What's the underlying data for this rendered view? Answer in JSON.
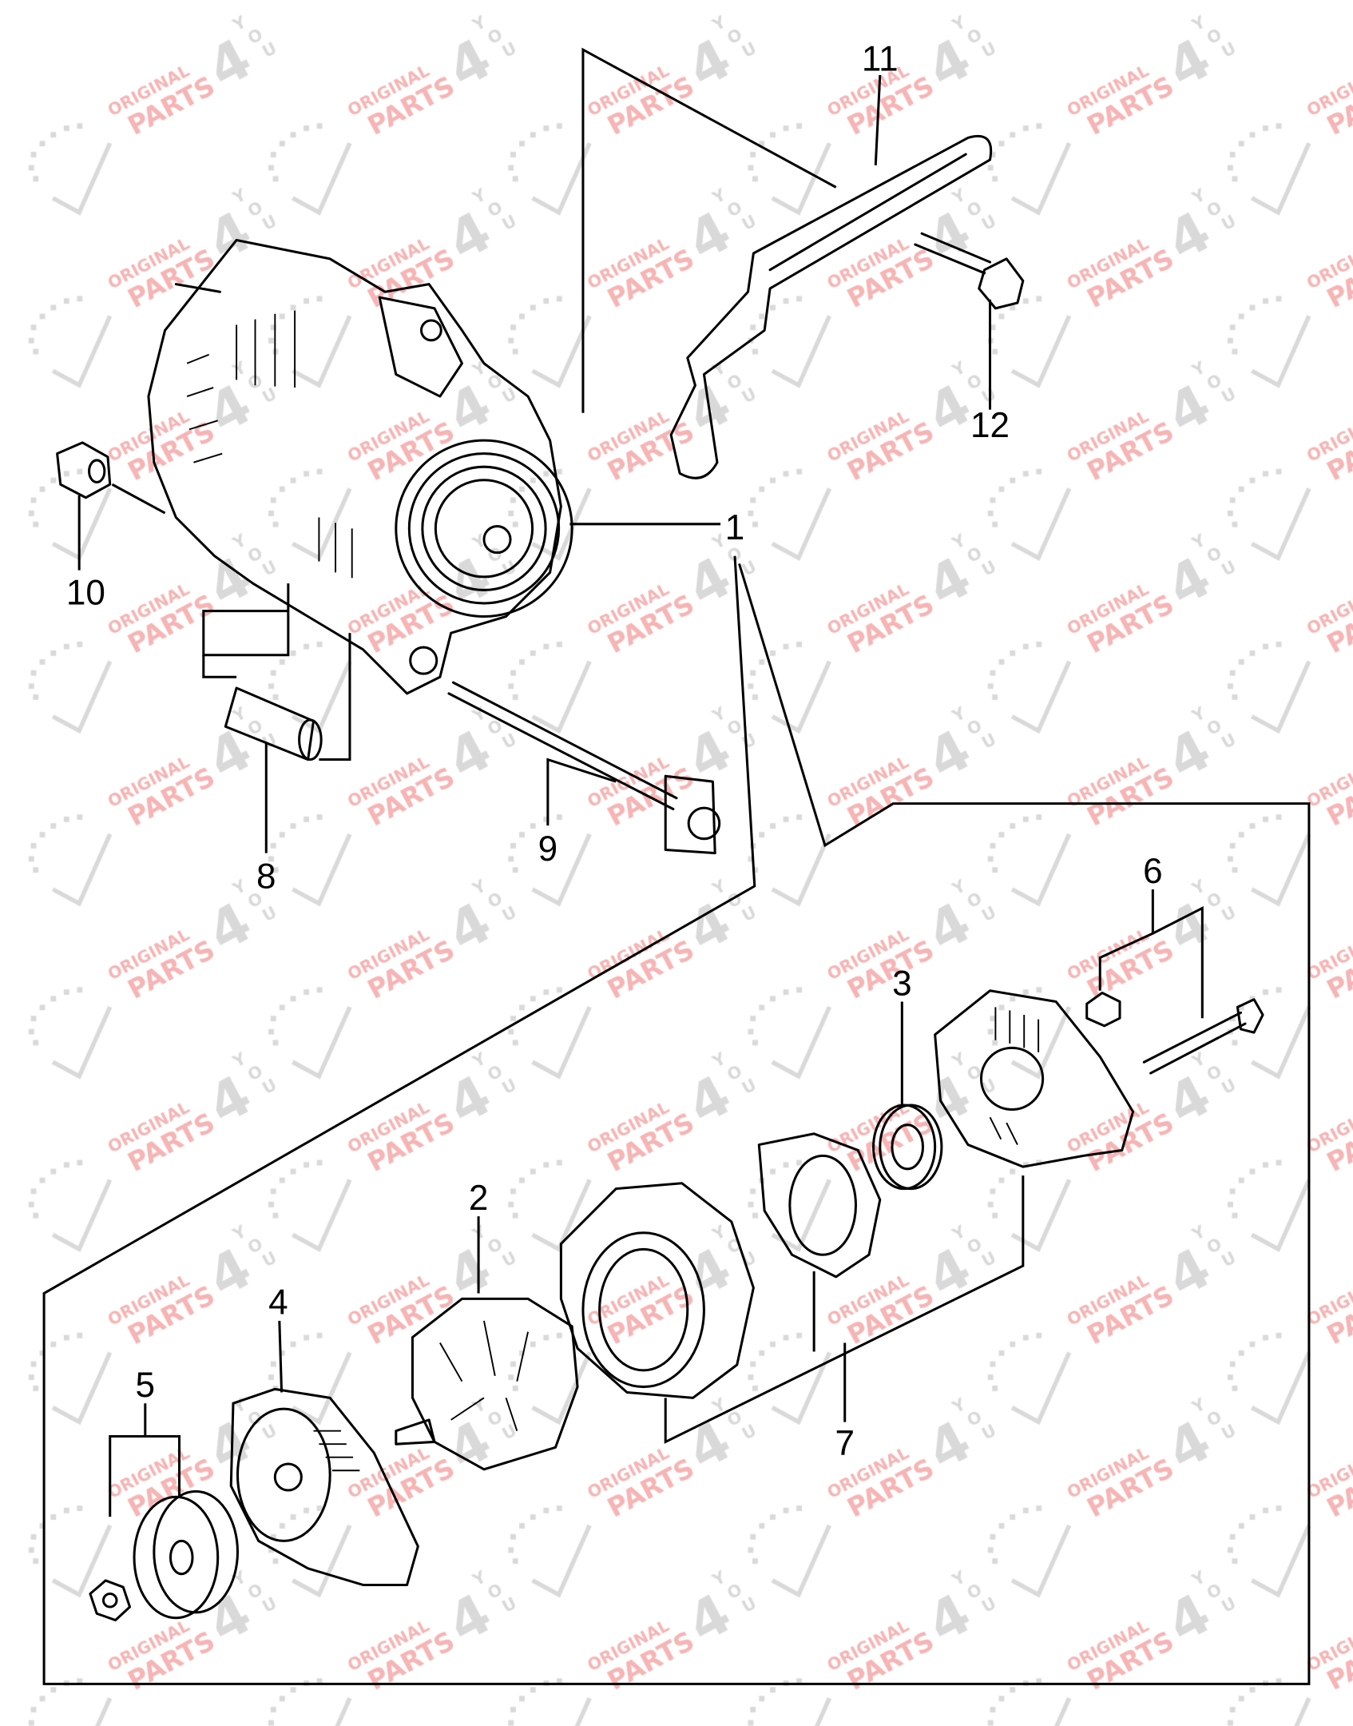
{
  "diagram": {
    "callouts": [
      "1",
      "2",
      "3",
      "4",
      "5",
      "6",
      "7",
      "8",
      "9",
      "10",
      "11",
      "12"
    ],
    "line_color": "#000000",
    "background": "#ffffff"
  },
  "watermark": {
    "line1": "ORIGINAL",
    "line2": "PARTS",
    "mark": "4",
    "suffix_letters": [
      "Y",
      "O",
      "U"
    ],
    "text_color": "#f6b4b4",
    "mark_color": "#d9d9d9"
  }
}
